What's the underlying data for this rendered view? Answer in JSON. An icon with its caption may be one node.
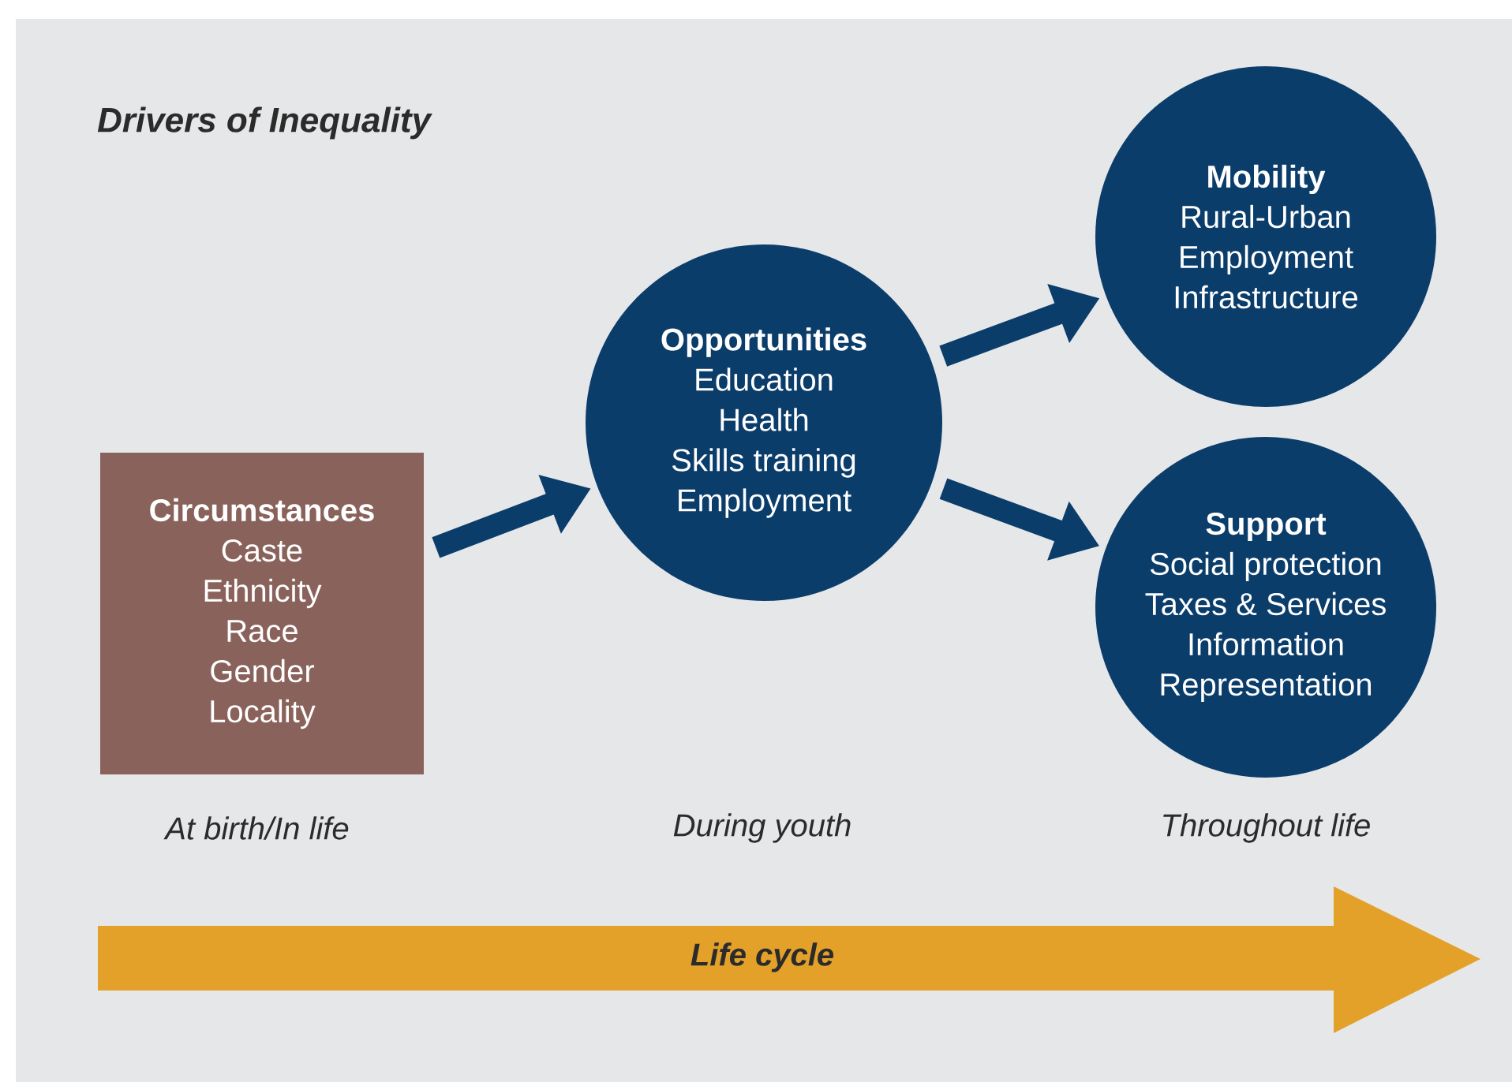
{
  "diagram": {
    "title": "Drivers of Inequality",
    "nodes": [
      {
        "text": [
          "Circumstances",
          "Caste",
          "Ethnicity",
          "Race",
          "Gender",
          "Locality"
        ]
      },
      {
        "text": [
          "Opportunities",
          "Education",
          "Health",
          "Skills training",
          "Employment"
        ]
      },
      {
        "text": [
          "Mobility",
          "Rural-Urban",
          "Employment",
          "Infrastructure"
        ]
      },
      {
        "text": [
          "Support",
          "Social protection",
          "Taxes & Services",
          "Information",
          "Representation"
        ]
      }
    ],
    "edges": [
      {
        "from": 0,
        "to": 1,
        "arrow": "to"
      },
      {
        "from": 1,
        "to": 2,
        "arrow": "to"
      },
      {
        "from": 1,
        "to": 3,
        "arrow": "to"
      }
    ],
    "labels": [
      "At birth/In life",
      "During youth",
      "Throughout life",
      "Life cycle"
    ]
  }
}
